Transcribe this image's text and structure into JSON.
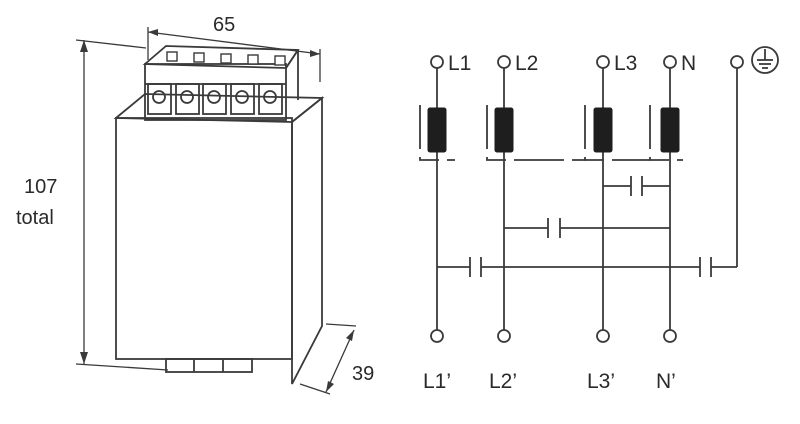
{
  "dimensions": {
    "width": "65",
    "height_value": "107",
    "height_unit": "total",
    "depth": "39"
  },
  "terminals": {
    "inputs": [
      "L1",
      "L2",
      "L3",
      "N"
    ],
    "outputs": [
      "L1’",
      "L2’",
      "L3’",
      "N’"
    ],
    "earth_icon": "protective-earth-icon"
  },
  "colors": {
    "line": "#3a3a3a",
    "choke_core": "#1e1e1e",
    "text": "#2a2a2a"
  }
}
